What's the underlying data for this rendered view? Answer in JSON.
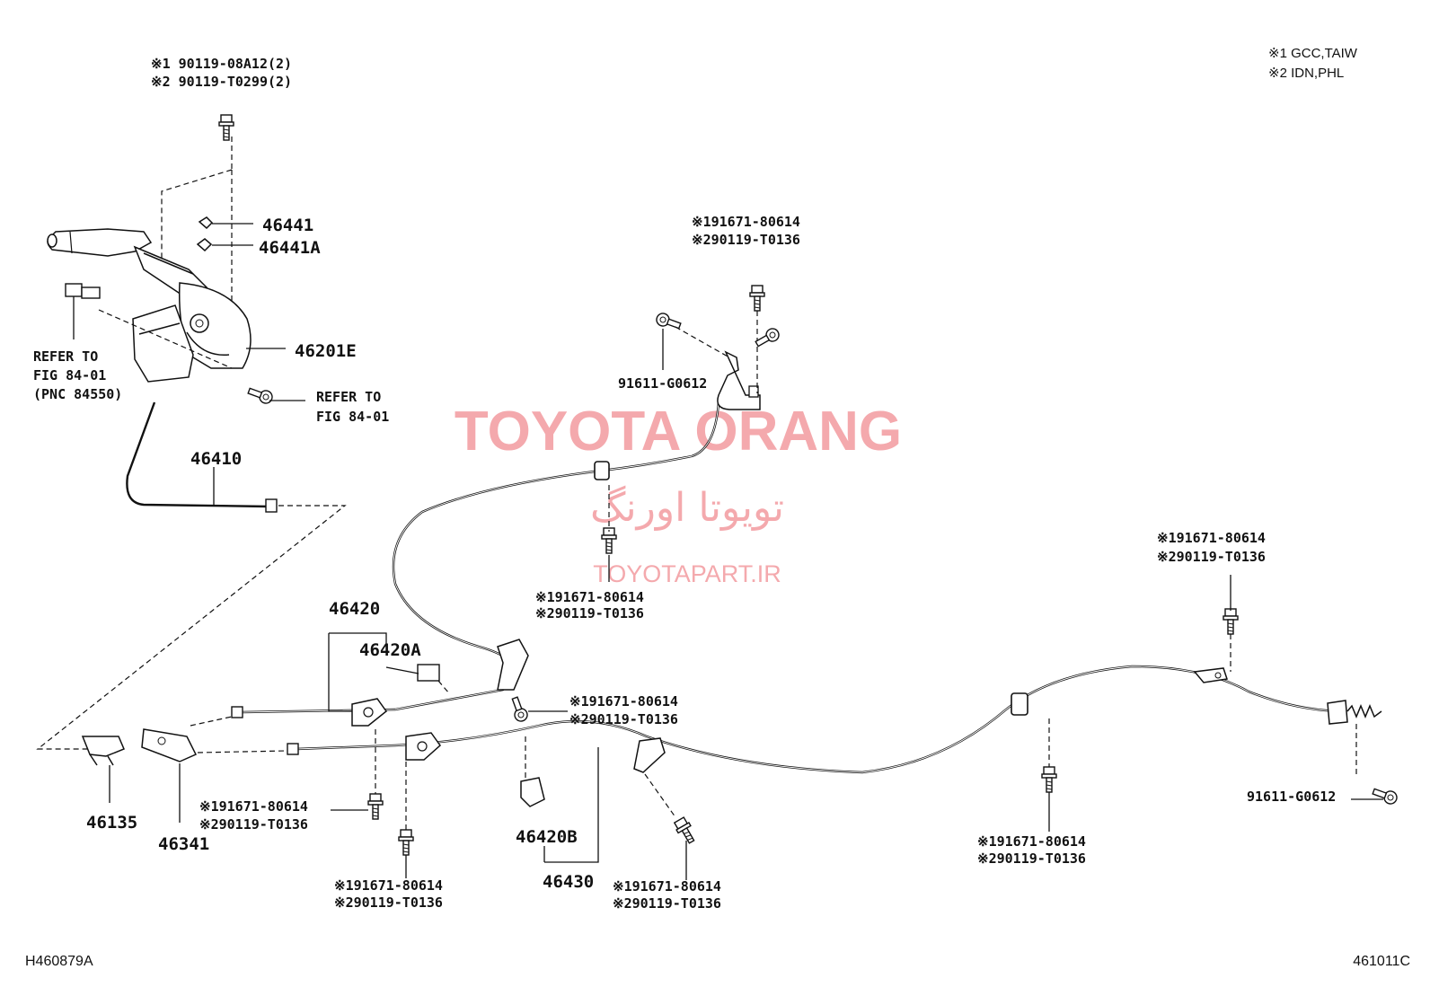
{
  "legend": {
    "line1": "※1 GCC,TAIW",
    "line2": "※2 IDN,PHL"
  },
  "watermark": {
    "brand": "TOYOTA ORANG",
    "brand_fa": "تویوتا اورنگ",
    "url": "TOYOTAPART.IR"
  },
  "codes": {
    "left": "H460879A",
    "right": "461011C"
  },
  "parts": {
    "p46441": "46441",
    "p46441A": "46441A",
    "p46201E": "46201E",
    "p46410": "46410",
    "p46420": "46420",
    "p46420A": "46420A",
    "p46420B": "46420B",
    "p46430": "46430",
    "p46135": "46135",
    "p46341": "46341",
    "p91611_a": "91611-G0612",
    "p91611_b": "91611-G0612"
  },
  "refs": {
    "left_l1": "REFER TO",
    "left_l2": "FIG 84-01",
    "left_l3": "(PNC 84550)",
    "right_l1": "REFER TO",
    "right_l2": "FIG 84-01"
  },
  "bolts": {
    "top_left_1": "※1 90119-08A12(2)",
    "top_left_2": "※2 90119-T0299(2)",
    "upper_mid_1": "※191671-80614",
    "upper_mid_2": "※290119-T0136",
    "mid_1": "※191671-80614",
    "mid_2": "※290119-T0136",
    "center_1": "※191671-80614",
    "center_2": "※290119-T0136",
    "lower_left_1": "※191671-80614",
    "lower_left_2": "※290119-T0136",
    "bottom_left_1": "※191671-80614",
    "bottom_left_2": "※290119-T0136",
    "bottom_mid_1": "※191671-80614",
    "bottom_mid_2": "※290119-T0136",
    "right_top_1": "※191671-80614",
    "right_top_2": "※290119-T0136",
    "right_low_1": "※191671-80614",
    "right_low_2": "※290119-T0136"
  }
}
